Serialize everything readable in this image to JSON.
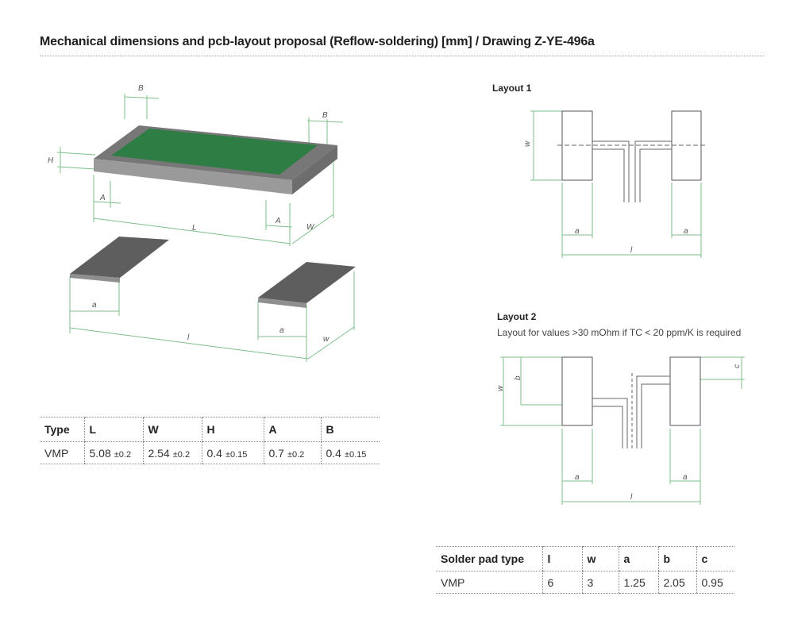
{
  "title": "Mechanical dimensions and pcb-layout proposal (Reflow-soldering) [mm] / Drawing Z-YE-496a",
  "drawing_labels": {
    "L": "L",
    "W": "W",
    "H": "H",
    "A": "A",
    "B": "B",
    "l": "l",
    "w": "w",
    "a": "a",
    "b": "b",
    "c": "c"
  },
  "layout1": {
    "title": "Layout 1"
  },
  "layout2": {
    "title": "Layout 2",
    "note": "Layout for values >30 mOhm if TC < 20 ppm/K is required"
  },
  "dimensions_table": {
    "headers": [
      "Type",
      "L",
      "W",
      "H",
      "A",
      "B"
    ],
    "row": {
      "type": "VMP",
      "cells": [
        {
          "value": "5.08",
          "tol": "±0.2"
        },
        {
          "value": "2.54",
          "tol": "±0.2"
        },
        {
          "value": "0.4",
          "tol": "±0.15"
        },
        {
          "value": "0.7",
          "tol": "±0.2"
        },
        {
          "value": "0.4",
          "tol": "±0.15"
        }
      ]
    }
  },
  "pad_table": {
    "headers": [
      "Solder pad type",
      "l",
      "w",
      "a",
      "b",
      "c"
    ],
    "row": [
      "VMP",
      "6",
      "3",
      "1.25",
      "2.05",
      "0.95"
    ]
  },
  "colors": {
    "resistive_element": "#2e7d44",
    "body": "#8c8c8c",
    "pad": "#6e6e6e",
    "dimension_line": "#7fbf8a"
  }
}
